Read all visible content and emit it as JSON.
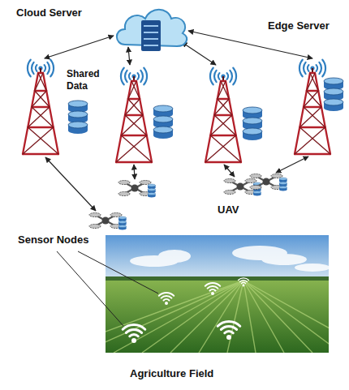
{
  "diagram": {
    "caption": "Agriculture Field",
    "nodes": [
      {
        "text": [
          "Cloud Server"
        ]
      },
      {
        "text": [
          "Shared Data"
        ]
      },
      {
        "text": [
          "Edge Server"
        ]
      }
    ],
    "edges": [
      {
        "from": 0,
        "to": 1,
        "arrow": "both"
      },
      {
        "from": 0,
        "to": 2,
        "arrow": "both"
      }
    ],
    "labels": [
      "UAV",
      "Sensor Nodes"
    ]
  }
}
